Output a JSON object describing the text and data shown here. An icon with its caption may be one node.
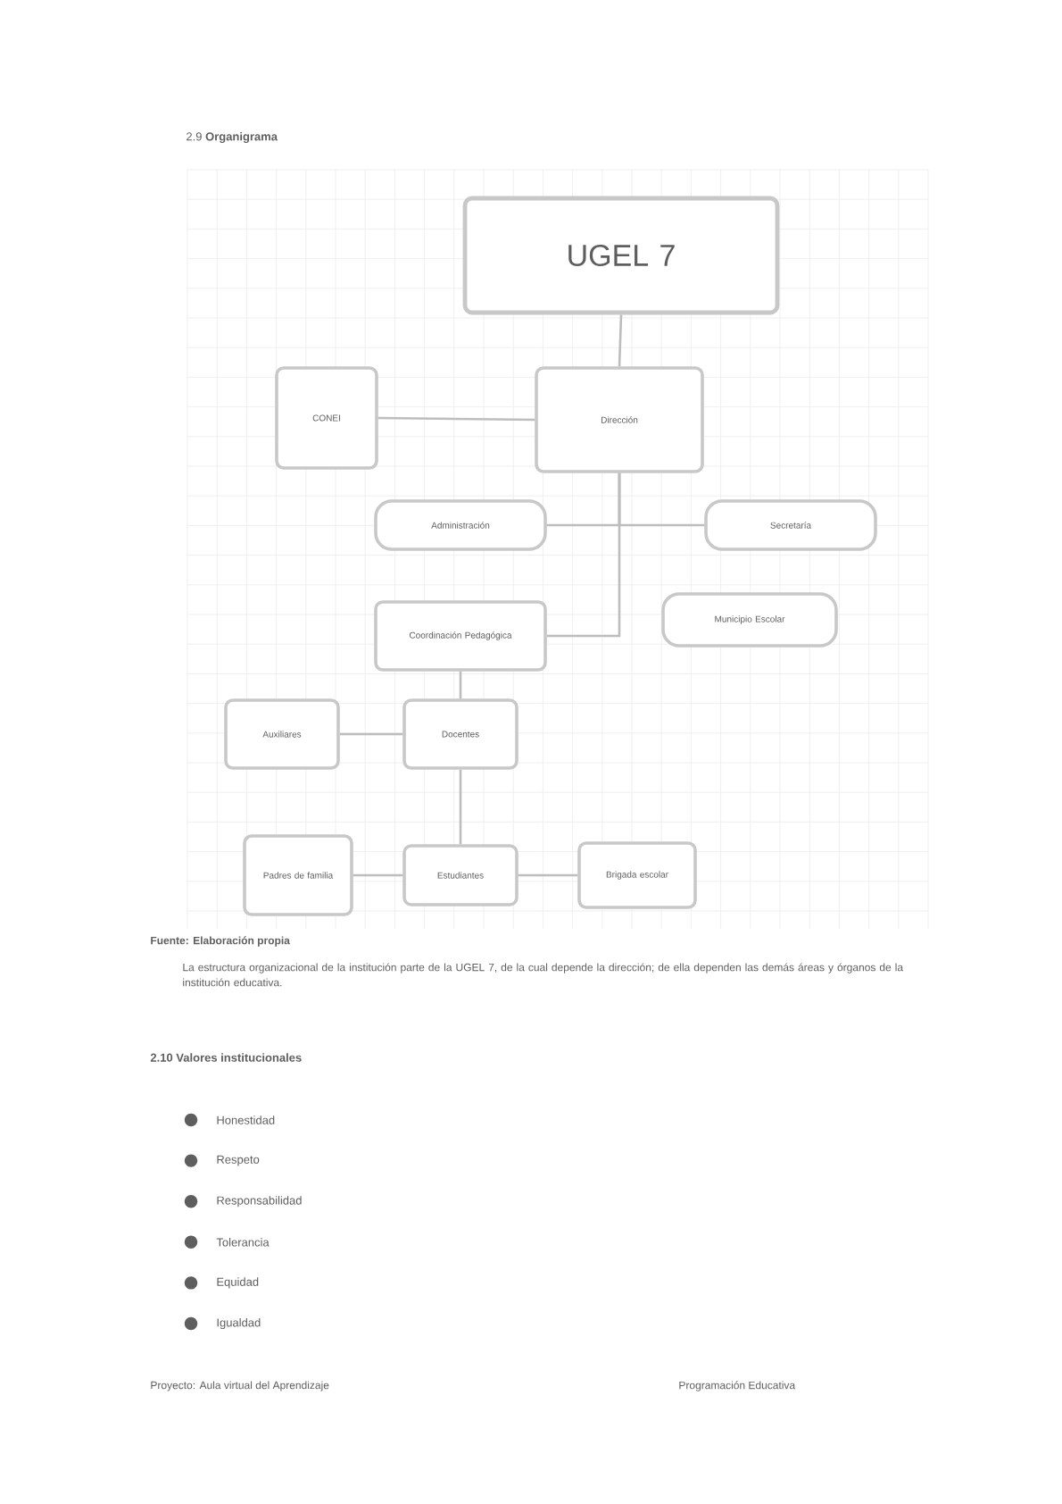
{
  "diagram": {
    "nodes": [
      {
        "text": [
          "UGEL 7"
        ]
      },
      {
        "text": [
          "CONEI"
        ]
      },
      {
        "text": [
          "Dirección"
        ]
      },
      {
        "text": [
          "Administración"
        ]
      },
      {
        "text": [
          "Secretaría"
        ]
      },
      {
        "text": [
          "Coordinación Pedagógica"
        ]
      },
      {
        "text": [
          "Municipio Escolar"
        ]
      },
      {
        "text": [
          "Auxiliares"
        ]
      },
      {
        "text": [
          "Docentes"
        ]
      },
      {
        "text": [
          "Padres de familia"
        ]
      },
      {
        "text": [
          "Estudiantes"
        ]
      },
      {
        "text": [
          "Brigada escolar"
        ]
      }
    ],
    "edges": [
      {
        "from": 0,
        "to": 2,
        "arrow": "none"
      },
      {
        "from": 1,
        "to": 2,
        "arrow": "none"
      },
      {
        "from": 2,
        "to": 3,
        "arrow": "none"
      },
      {
        "from": 2,
        "to": 4,
        "arrow": "none"
      },
      {
        "from": 2,
        "to": 5,
        "arrow": "none"
      },
      {
        "from": 5,
        "to": 8,
        "arrow": "none"
      },
      {
        "from": 7,
        "to": 8,
        "arrow": "none"
      },
      {
        "from": 8,
        "to": 10,
        "arrow": "none"
      },
      {
        "from": 9,
        "to": 10,
        "arrow": "none"
      },
      {
        "from": 10,
        "to": 11,
        "arrow": "none"
      }
    ],
    "labels": [
      "2.9 **Organigrama**",
      "Fuente: Elaboración propia",
      "La estructura organizacional de la institución parte de la UGEL 7, de la cual depende la dirección; de ella dependen las demás áreas y órganos de la institución educativa.",
      "2.10 Valores institucionales",
      "Honestidad",
      "Respeto",
      "Responsabilidad",
      "Tolerancia",
      "Equidad",
      "Igualdad",
      "Proyecto: Aula virtual del Aprendizaje",
      "Programación Educativa"
    ]
  }
}
